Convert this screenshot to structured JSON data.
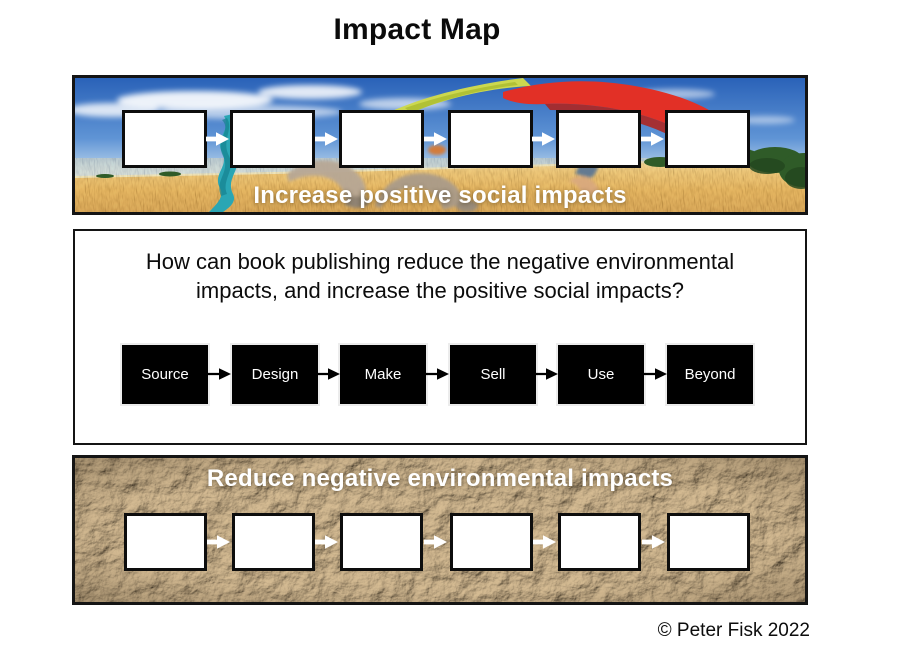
{
  "title": "Impact Map",
  "top_band": {
    "caption": "Increase positive social impacts",
    "box_count": 6,
    "background": "photo of people jumping with teal, yellow and red flags over a golden wheat field under blue sky"
  },
  "middle_panel": {
    "question": "How can book publishing reduce the negative environmental\nimpacts, and increase the positive social impacts?",
    "stages": [
      "Source",
      "Design",
      "Make",
      "Sell",
      "Use",
      "Beyond"
    ]
  },
  "bottom_band": {
    "caption": "Reduce negative environmental impacts",
    "box_count": 6,
    "background": "crumpled brown paper texture"
  },
  "footer": {
    "copyright": "© Peter Fisk 2022"
  },
  "colors": {
    "stage_box_bg": "#000000",
    "stage_box_text": "#ffffff",
    "caption_text": "#ffffff",
    "border": "#141414",
    "flag_teal": "#2aa6b4",
    "flag_yellow": "#ccd84f",
    "flag_red": "#e23026"
  }
}
